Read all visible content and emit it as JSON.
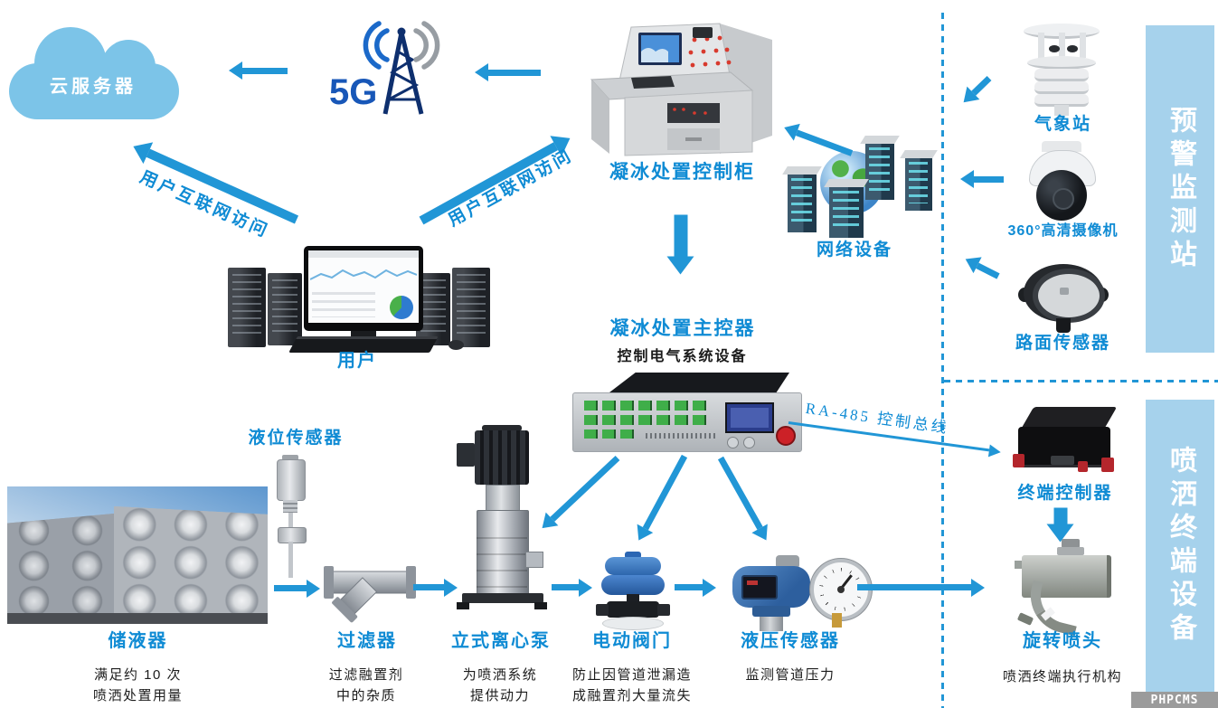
{
  "colors": {
    "arrow_blue": "#2196d6",
    "label_blue": "#0f8bd4",
    "panel_light_blue": "#a6d2ec",
    "cloud_blue": "#7cc4e8"
  },
  "cloud_server": {
    "label": "云服务器"
  },
  "network_5g": {
    "label": "5G"
  },
  "control_cabinet": {
    "label": "凝冰处置控制柜"
  },
  "network_devices": {
    "label": "网络设备"
  },
  "user": {
    "label": "用户",
    "internet_access_left": "用户互联网访问",
    "internet_access_right": "用户互联网访问"
  },
  "main_controller": {
    "title": "凝冰处置主控器",
    "subtitle": "控制电气系统设备",
    "bus_label": "RA-485 控制总线"
  },
  "monitoring_station": {
    "panel_label": "预警监测站",
    "weather_station": "气象站",
    "camera": "360°高清摄像机",
    "road_sensor": "路面传感器"
  },
  "spray_terminal": {
    "panel_label": "喷洒终端设备",
    "terminal_controller": "终端控制器",
    "spray_head": "旋转喷头",
    "spray_head_desc": "喷洒终端执行机构"
  },
  "liquid_chain": {
    "level_sensor": "液位传感器",
    "tank": {
      "label": "储液器",
      "desc_line1": "满足约 10 次",
      "desc_line2": "喷洒处置用量"
    },
    "filter": {
      "label": "过滤器",
      "desc_line1": "过滤融置剂",
      "desc_line2": "中的杂质"
    },
    "pump": {
      "label": "立式离心泵",
      "desc_line1": "为喷洒系统",
      "desc_line2": "提供动力"
    },
    "valve": {
      "label": "电动阀门",
      "desc_line1": "防止因管道泄漏造",
      "desc_line2": "成融置剂大量流失"
    },
    "pressure_sensor": {
      "label": "液压传感器",
      "desc_line1": "监测管道压力"
    }
  },
  "watermark": {
    "label": "PHPCMS"
  }
}
